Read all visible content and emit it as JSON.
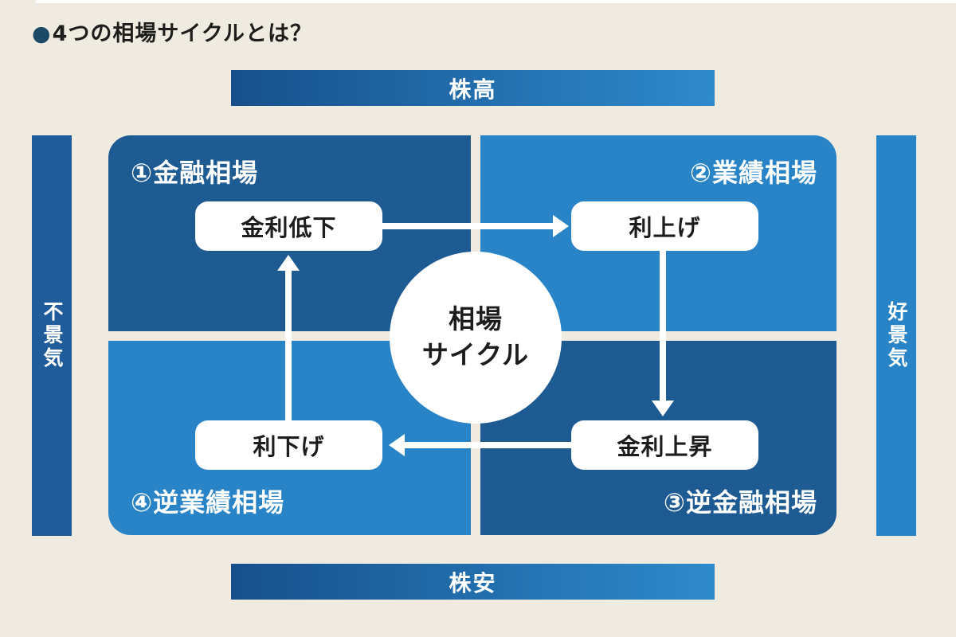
{
  "title": {
    "bullet": "●",
    "text": "4つの相場サイクルとは？"
  },
  "axes": {
    "top": "株高",
    "bottom": "株安",
    "left": "不景気",
    "right": "好景気"
  },
  "quadrants": [
    {
      "position": "top-left",
      "tone": "dark",
      "label": "①金融相場",
      "box": "金利低下"
    },
    {
      "position": "top-right",
      "tone": "light",
      "label": "②業績相場",
      "box": "利上げ"
    },
    {
      "position": "bottom-right",
      "tone": "dark",
      "label": "③逆金融相場",
      "box": "金利上昇"
    },
    {
      "position": "bottom-left",
      "tone": "light",
      "label": "④逆業績相場",
      "box": "利下げ"
    }
  ],
  "center": {
    "line1": "相場",
    "line2": "サイクル"
  },
  "flow": [
    "金利低下 → 利上げ",
    "利上げ → 金利上昇",
    "金利上昇 → 利下げ",
    "利下げ → 金利低下"
  ],
  "colors": {
    "background": "#f0ebe0",
    "quadrant-dark": "#1e5b93",
    "quadrant-light": "#2884c6",
    "left-bar": "#205c99",
    "right-bar": "#2884c6",
    "gradient-start": "#16508c",
    "gradient-end": "#2e8acb",
    "bullet": "#1c4a66",
    "text-dark": "#1d1d1b",
    "node-bg": "#ffffff"
  }
}
